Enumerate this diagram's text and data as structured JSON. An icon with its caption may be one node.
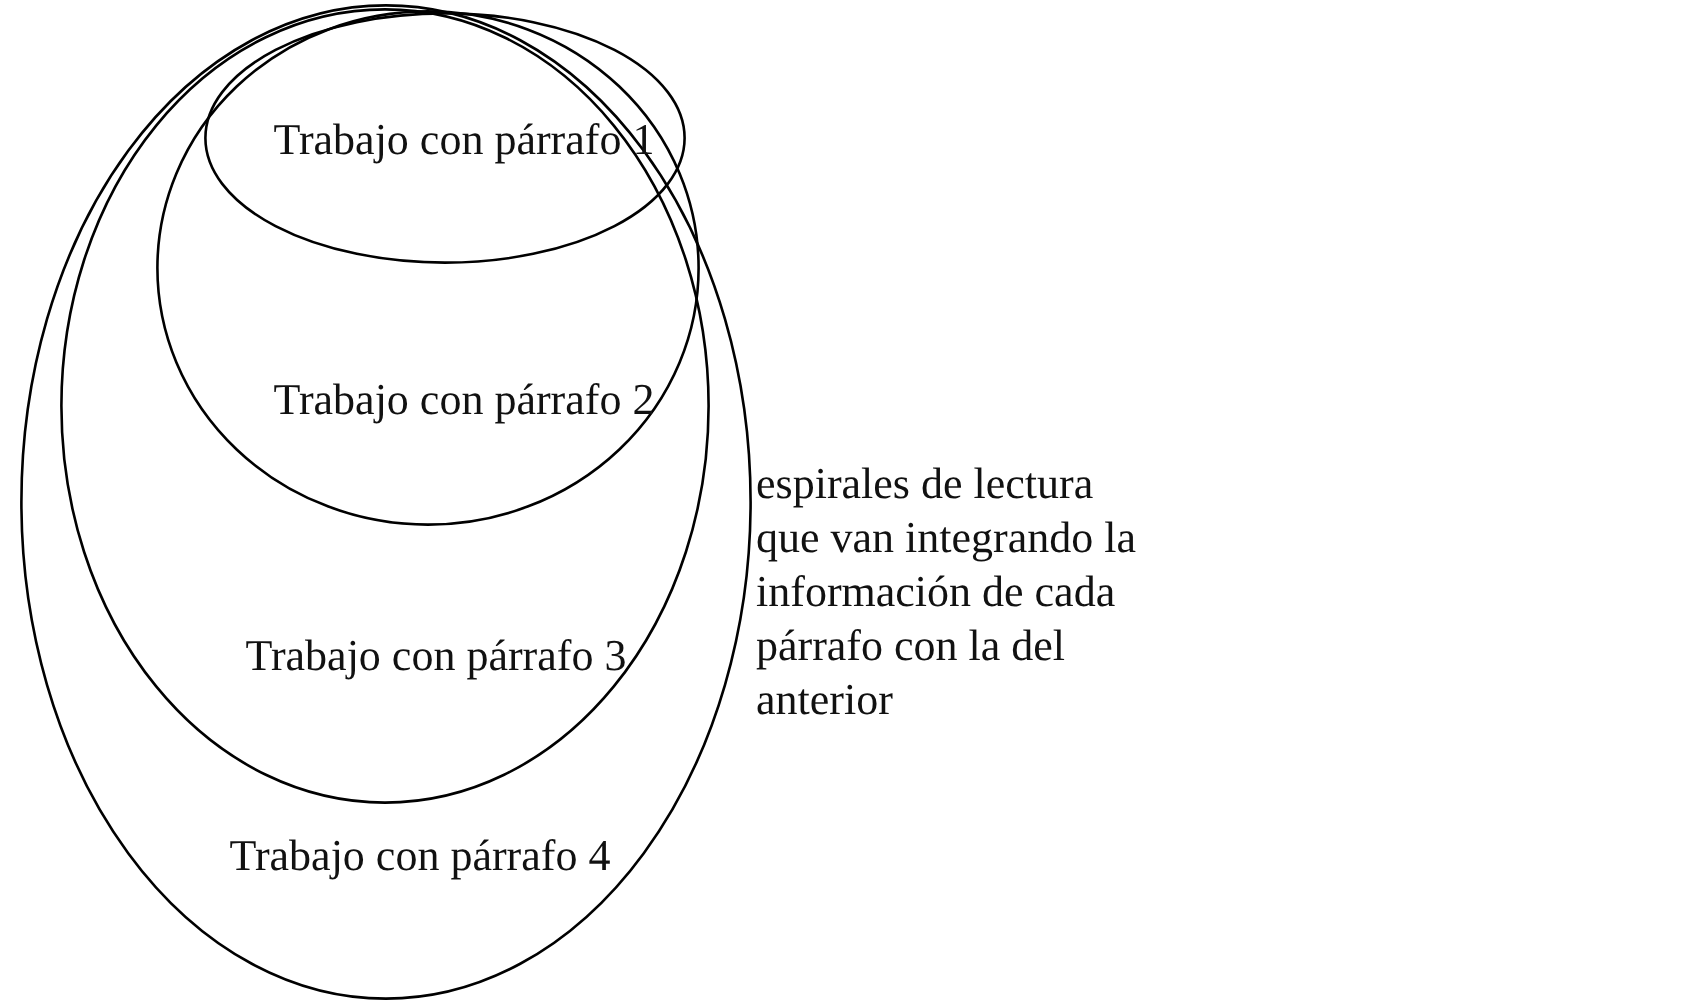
{
  "diagram": {
    "nodes": [
      {
        "text": [
          "Trabajo con párrafo 4"
        ]
      },
      {
        "text": [
          "Trabajo con párrafo 3"
        ],
        "in": 0
      },
      {
        "text": [
          "Trabajo con párrafo 2"
        ],
        "in": 1
      },
      {
        "text": [
          "Trabajo con párrafo 1"
        ],
        "in": 2
      }
    ],
    "labels": [
      "espirales de lectura que van integrando la información de cada párrafo con la del anterior"
    ]
  }
}
